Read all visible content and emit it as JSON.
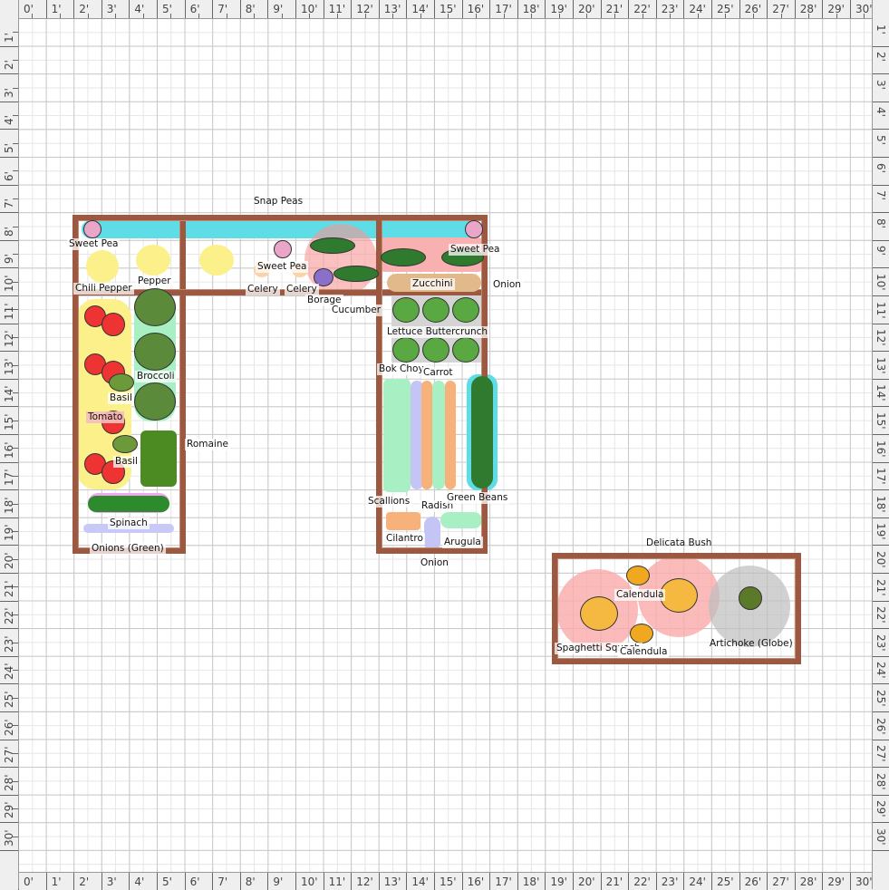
{
  "ruler": {
    "top_labels": [
      "0'",
      "1'",
      "2'",
      "3'",
      "4'",
      "5'",
      "6'",
      "7'",
      "8'",
      "9'",
      "10'",
      "11'",
      "12'",
      "13'",
      "14'",
      "15'",
      "16'",
      "17'",
      "18'",
      "19'",
      "20'",
      "21'",
      "22'",
      "23'",
      "24'",
      "25'",
      "26'",
      "27'",
      "28'",
      "29'",
      "30'"
    ],
    "side_labels": [
      "1'",
      "2'",
      "3'",
      "4'",
      "5'",
      "6'",
      "7'",
      "8'",
      "9'",
      "10'",
      "11'",
      "12'",
      "13'",
      "14'",
      "15'",
      "16'",
      "17'",
      "18'",
      "19'",
      "20'",
      "21'",
      "22'",
      "23'",
      "24'",
      "25'",
      "26'",
      "27'",
      "28'",
      "29'",
      "30'"
    ]
  },
  "colors": {
    "bed_border": "#9c5840",
    "grid_major": "#c8c8c8",
    "grid_minor": "#e6e6e6"
  },
  "labels": {
    "snap_peas": "Snap Peas",
    "sweet_pea_1": "Sweet Pea",
    "chili_pepper": "Chili Pepper",
    "pepper": "Pepper",
    "sweet_pea_2": "Sweet Pea",
    "celery_1": "Celery",
    "celery_2": "Celery",
    "borage": "Borage",
    "cucumber": "Cucumber",
    "sweet_pea_3": "Sweet Pea",
    "onion_1": "Onion",
    "zucchini": "Zucchini",
    "lettuce": "Lettuce Buttercrunch",
    "bok_choy": "Bok Choy",
    "carrot": "Carrot",
    "broccoli": "Broccoli",
    "basil_1": "Basil",
    "tomato": "Tomato",
    "romaine": "Romaine",
    "basil_2": "Basil",
    "scallions": "Scallions",
    "radish": "Radish",
    "green_beans": "Green Beans",
    "spinach": "Spinach",
    "cilantro": "Cilantro",
    "arugula": "Arugula",
    "onions_green": "Onions (Green)",
    "onion_2": "Onion",
    "delicata": "Delicata Bush",
    "calendula_1": "Calendula",
    "spaghetti_squash": "Spaghetti Squash",
    "calendula_2": "Calendula",
    "artichoke": "Artichoke (Globe)"
  }
}
